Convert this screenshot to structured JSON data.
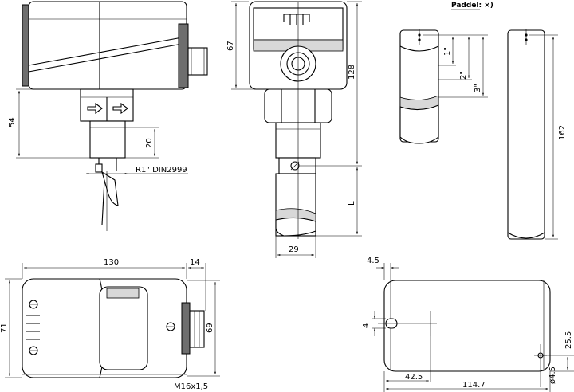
{
  "labels": {
    "paddel": "Paddel: ×)",
    "dim_54": "54",
    "dim_20": "20",
    "thread_spec": "R1\" DIN2999",
    "dim_67": "67",
    "dim_128": "128",
    "dim_L": "L",
    "dim_29": "29",
    "dim_1in": "1\"",
    "dim_2in": "2\"",
    "dim_3in": "3\"",
    "dim_162": "162",
    "dim_130": "130",
    "dim_14": "14",
    "dim_71": "71",
    "dim_69": "69",
    "cable_gland": "M16x1,5",
    "dim_4_5": "4.5",
    "dim_4": "4",
    "dim_25_5": "25.5",
    "dim_phi4_5": "ø4.5",
    "dim_42_5": "42.5",
    "dim_114_7": "114.7"
  }
}
